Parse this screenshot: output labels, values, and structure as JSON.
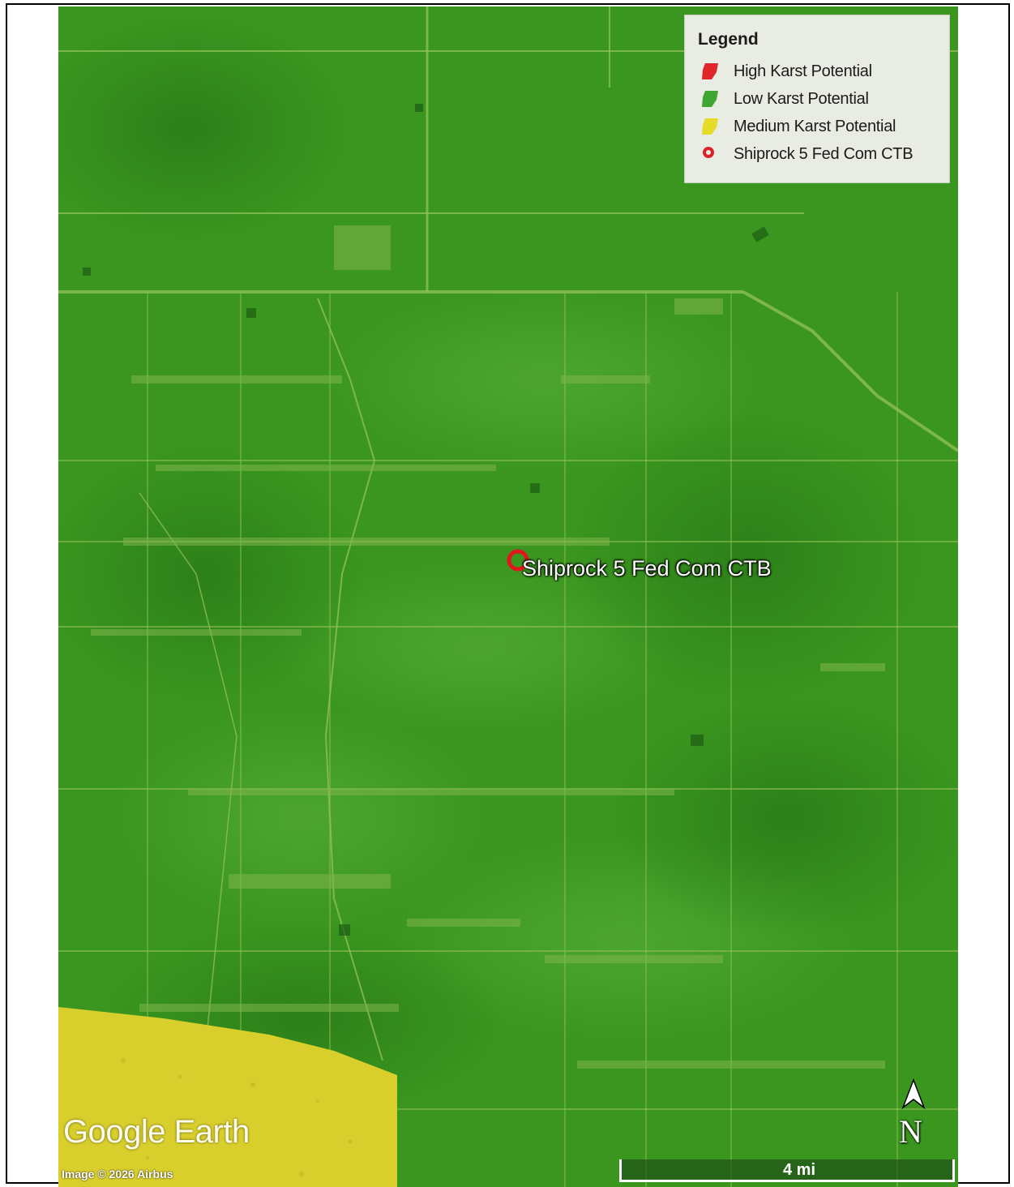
{
  "legend": {
    "title": "Legend",
    "items": [
      {
        "label": "High Karst Potential",
        "color": "#e0262a",
        "icon": "polygon-swatch-icon"
      },
      {
        "label": "Low Karst Potential",
        "color": "#3ea631",
        "icon": "polygon-swatch-icon"
      },
      {
        "label": "Medium Karst Potential",
        "color": "#e6dc28",
        "icon": "polygon-swatch-icon"
      },
      {
        "label": "Shiprock 5 Fed Com CTB",
        "color": "#d9232a",
        "icon": "ring-marker-icon"
      }
    ]
  },
  "marker": {
    "label": "Shiprock 5 Fed Com CTB",
    "color": "#e0161c"
  },
  "colors": {
    "low_karst": "#3a961f",
    "medium_karst": "#d9cf2c",
    "road": "#9fc35a"
  },
  "branding": {
    "watermark": "Google Earth",
    "credit": "Image © 2026 Airbus"
  },
  "north_arrow": {
    "letter": "N",
    "icon": "north-arrow-icon"
  },
  "scale": {
    "label": "4 mi"
  }
}
